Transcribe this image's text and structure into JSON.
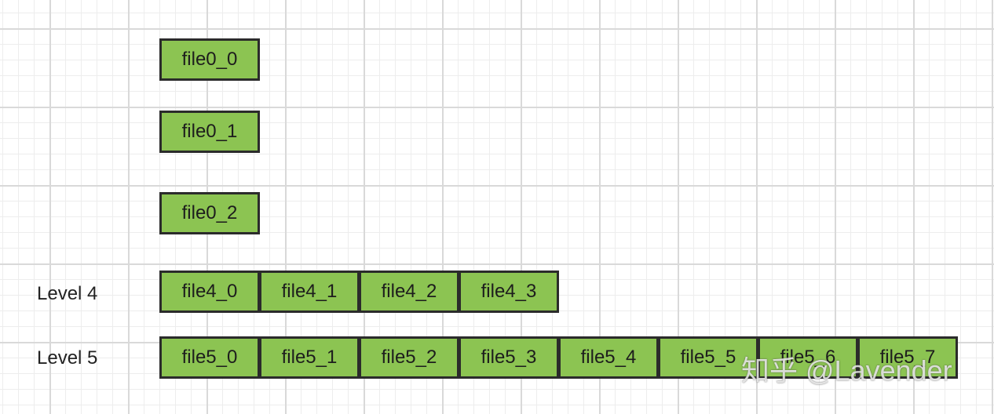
{
  "colors": {
    "file_fill": "#8cc452",
    "file_border": "#2b2b2b",
    "grid_minor": "#ededed",
    "grid_major": "#d9d9d9"
  },
  "level0": {
    "files": [
      "file0_0",
      "file0_1",
      "file0_2"
    ]
  },
  "level4": {
    "label": "Level 4",
    "files": [
      "file4_0",
      "file4_1",
      "file4_2",
      "file4_3"
    ]
  },
  "level5": {
    "label": "Level 5",
    "files": [
      "file5_0",
      "file5_1",
      "file5_2",
      "file5_3",
      "file5_4",
      "file5_5",
      "file5_6",
      "file5_7"
    ]
  },
  "watermark": "知乎 @Lavender"
}
